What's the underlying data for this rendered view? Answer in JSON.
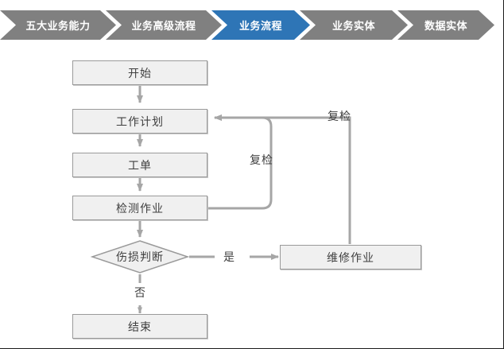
{
  "banner": {
    "steps": [
      {
        "label": "五大业务能力",
        "active": false
      },
      {
        "label": "业务高级流程",
        "active": false
      },
      {
        "label": "业务流程",
        "active": true
      },
      {
        "label": "业务实体",
        "active": false
      },
      {
        "label": "数据实体",
        "active": false
      }
    ],
    "colors": {
      "inactive": "#808080",
      "active": "#2e75b6",
      "label": "#ffffff"
    }
  },
  "flowchart": {
    "colors": {
      "node_fill": "#f0f0f0",
      "node_border": "#9a9a9a",
      "connector": "#a6a6a6",
      "text": "#3f3f3f"
    },
    "nodes": [
      {
        "id": "start",
        "label": "开始",
        "shape": "rect"
      },
      {
        "id": "plan",
        "label": "工作计划",
        "shape": "rect"
      },
      {
        "id": "workorder",
        "label": "工单",
        "shape": "rect"
      },
      {
        "id": "inspect",
        "label": "检测作业",
        "shape": "rect"
      },
      {
        "id": "decision",
        "label": "伤损判断",
        "shape": "diamond"
      },
      {
        "id": "repair",
        "label": "维修作业",
        "shape": "rect"
      },
      {
        "id": "end",
        "label": "结束",
        "shape": "rect"
      }
    ],
    "edge_labels": [
      {
        "id": "recheck-inner",
        "label": "复检"
      },
      {
        "id": "recheck-outer",
        "label": "复检"
      },
      {
        "id": "yes",
        "label": "是"
      },
      {
        "id": "no",
        "label": "否"
      }
    ]
  }
}
